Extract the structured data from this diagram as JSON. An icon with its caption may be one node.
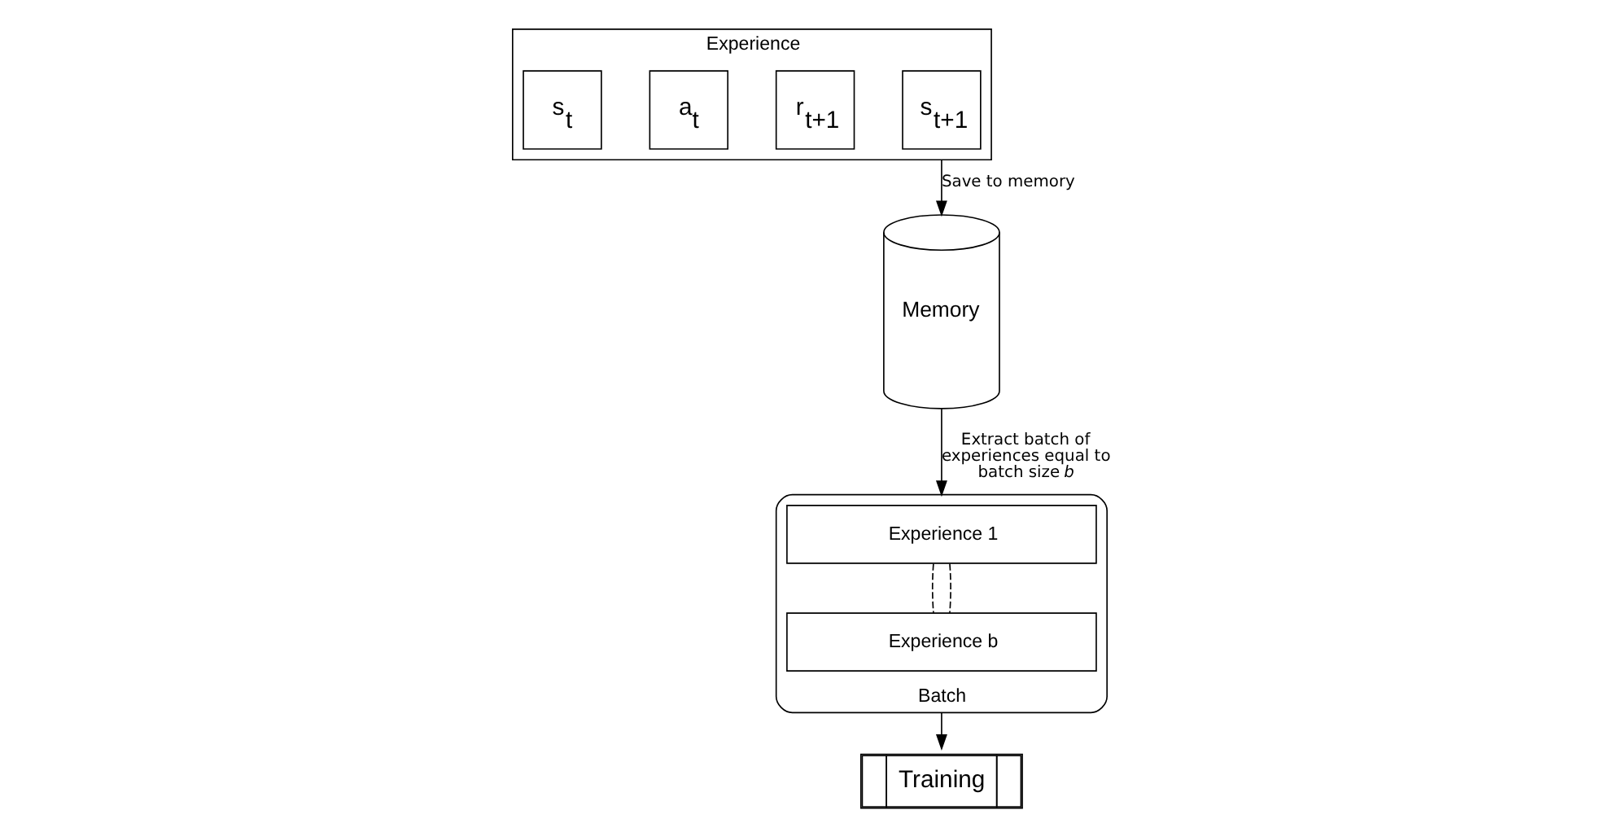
{
  "diagram": {
    "nodes": [
      {
        "text": [
          "Experience"
        ]
      },
      {
        "text": [
          "s$_{t}$"
        ],
        "in": 0
      },
      {
        "text": [
          "a$_{t}$"
        ],
        "in": 0
      },
      {
        "text": [
          "r$_{t+1}$"
        ],
        "in": 0
      },
      {
        "text": [
          "s$_{t+1}$"
        ],
        "in": 0
      },
      {
        "text": [
          "Memory"
        ]
      },
      {
        "text": [
          "Batch"
        ]
      },
      {
        "text": [
          "Experience 1"
        ],
        "in": 6
      },
      {
        "text": [
          "Experience b"
        ],
        "in": 6
      },
      {
        "text": [
          "Training"
        ]
      }
    ],
    "edges": [
      {
        "from": 0,
        "to": 5,
        "arrow": "to",
        "label": "Save to memory"
      },
      {
        "from": 5,
        "to": 6,
        "arrow": "to",
        "label": "Extract batch of experiences equal to batch size *b*"
      },
      {
        "from": 6,
        "to": 9,
        "arrow": "to"
      },
      {
        "from": 7,
        "to": 8,
        "arrow": "none",
        "style": "dashed"
      },
      {
        "from": 7,
        "to": 8,
        "arrow": "none",
        "style": "dashed"
      }
    ]
  }
}
